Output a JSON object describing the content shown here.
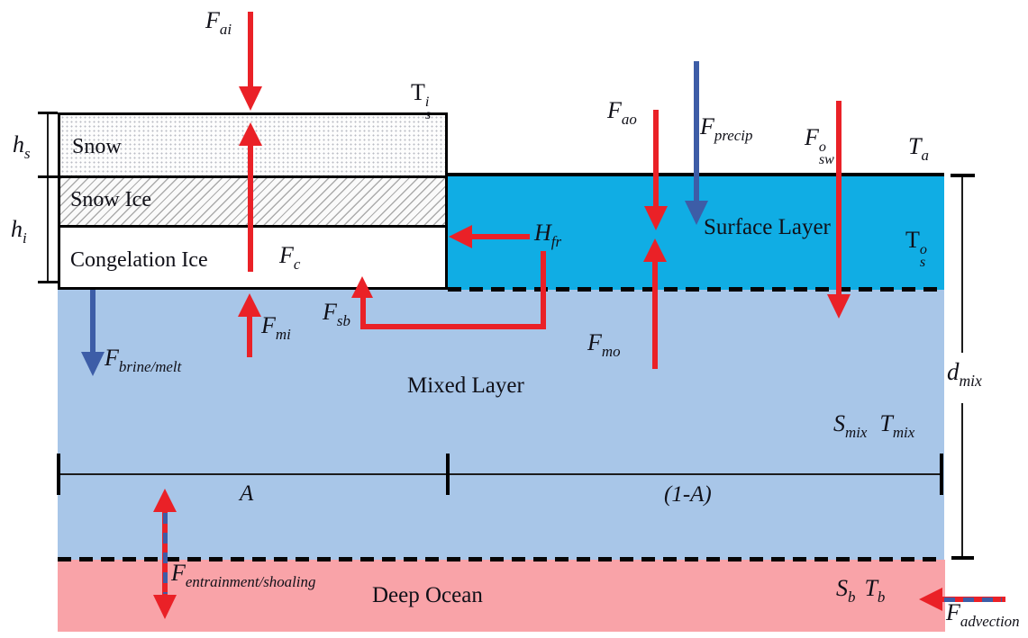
{
  "colors": {
    "surface_layer": "#10ade4",
    "mixed_layer": "#a8c6e8",
    "deep_ocean": "#f9a3a8",
    "flux_red": "#ea2127",
    "flux_blue": "#3d5da7",
    "outline": "#000000"
  },
  "ice": {
    "snow_label": "Snow",
    "snow_ice_label": "Snow Ice",
    "congelation_label": "Congelation Ice",
    "h_s": {
      "main": "h",
      "sub": "s"
    },
    "h_i": {
      "main": "h",
      "sub": "i"
    },
    "t_surface_ice": {
      "main": "T",
      "sub": "s",
      "sup": "i"
    }
  },
  "atmosphere": {
    "t_air": {
      "main": "T",
      "sub": "a"
    }
  },
  "ocean": {
    "surface_label": "Surface Layer",
    "t_surface_ocean": {
      "main": "T",
      "sub": "s",
      "sup": "o"
    },
    "mixed_label": "Mixed Layer",
    "s_mix": {
      "main": "S",
      "sub": "mix"
    },
    "t_mix": {
      "main": "T",
      "sub": "mix"
    },
    "d_mix": {
      "main": "d",
      "sub": "mix"
    },
    "deep_label": "Deep Ocean",
    "s_b": {
      "main": "S",
      "sub": "b"
    },
    "t_b": {
      "main": "T",
      "sub": "b"
    }
  },
  "area": {
    "ice_fraction": "A",
    "open_fraction": "(1-A)"
  },
  "fluxes": {
    "f_ai": {
      "main": "F",
      "sub": "ai"
    },
    "f_c": {
      "main": "F",
      "sub": "c"
    },
    "f_mi": {
      "main": "F",
      "sub": "mi"
    },
    "f_sb": {
      "main": "F",
      "sub": "sb"
    },
    "h_fr": {
      "main": "H",
      "sub": "fr"
    },
    "f_brine_melt": {
      "main": "F",
      "sub": "brine/melt"
    },
    "f_ao": {
      "main": "F",
      "sub": "ao"
    },
    "f_precip": {
      "main": "F",
      "sub": "precip"
    },
    "f_sw": {
      "main": "F",
      "sub": "sw",
      "sup": "o"
    },
    "f_mo": {
      "main": "F",
      "sub": "mo"
    },
    "f_entrainment": {
      "main": "F",
      "sub": "entrainment/shoaling"
    },
    "f_advection": {
      "main": "F",
      "sub": "advection"
    }
  }
}
